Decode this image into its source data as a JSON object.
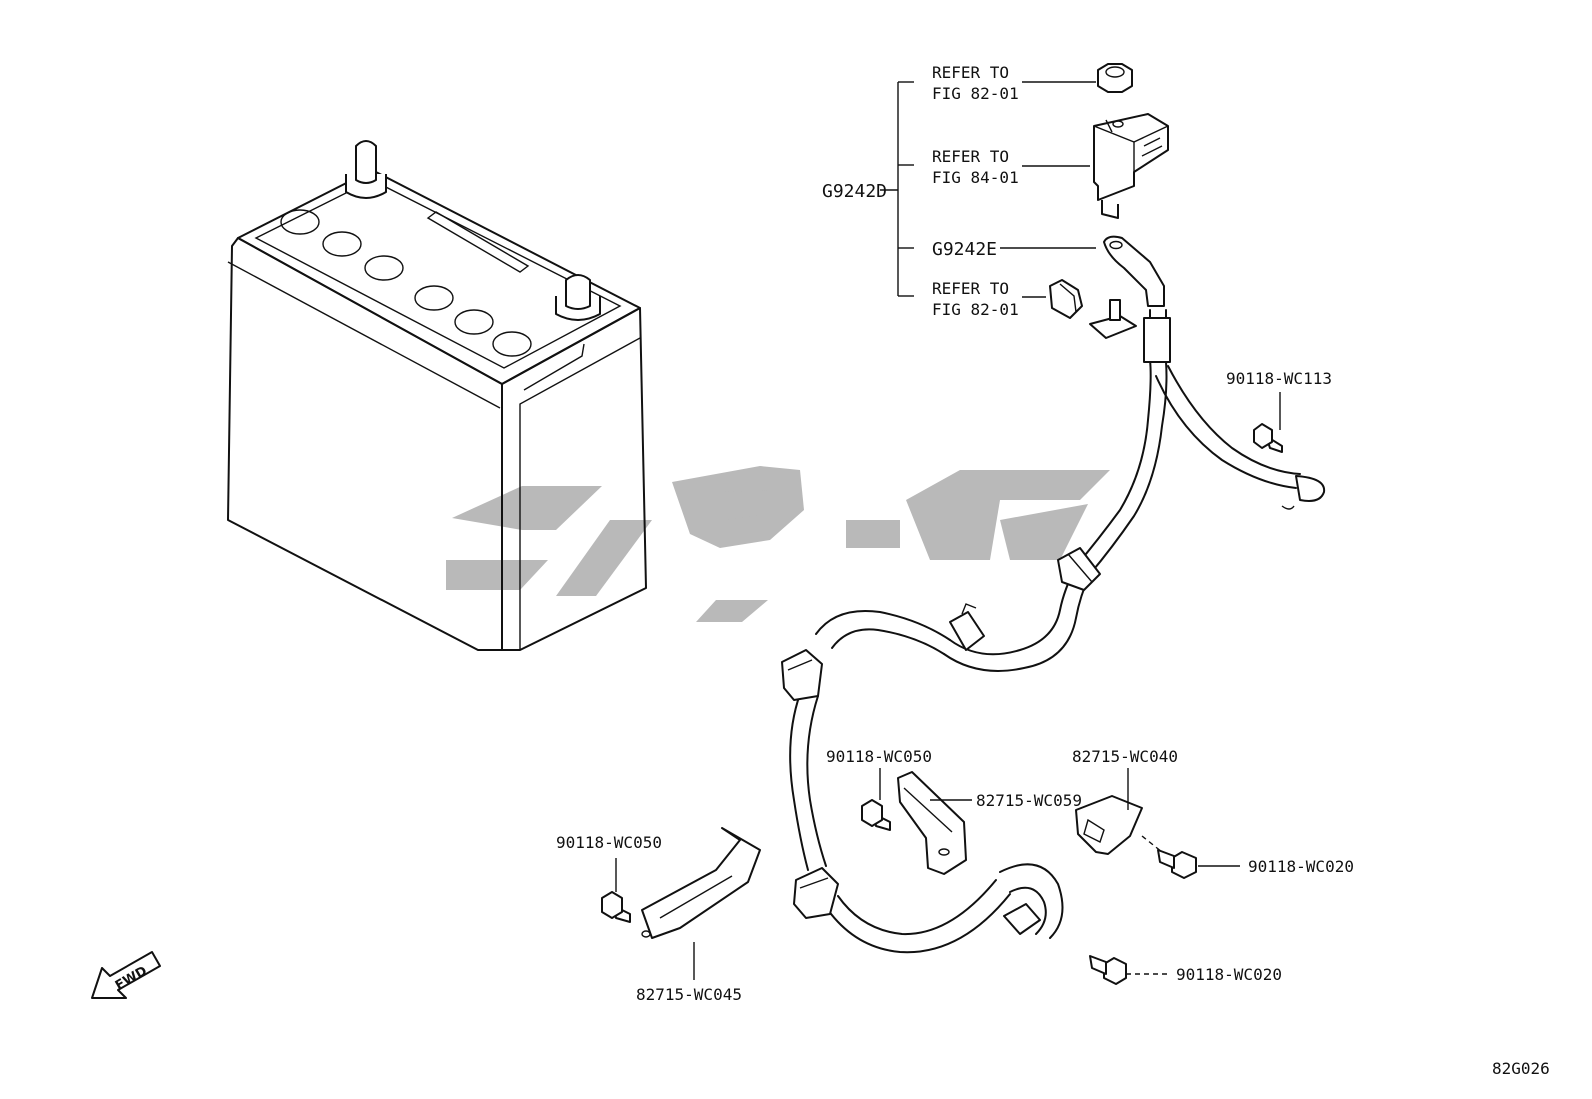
{
  "labels": {
    "refer_1_line1": "REFER TO",
    "refer_1_line2": "FIG 82-01",
    "refer_2_line1": "REFER TO",
    "refer_2_line2": "FIG 84-01",
    "refer_3_line1": "REFER TO",
    "refer_3_line2": "FIG 82-01",
    "g9242d": "G9242D",
    "g9242e": "G9242E",
    "p_90118_wc113": "90118-WC113",
    "p_90118_wc050_a": "90118-WC050",
    "p_82715_wc059": "82715-WC059",
    "p_82715_wc040": "82715-WC040",
    "p_90118_wc020_a": "90118-WC020",
    "p_90118_wc050_b": "90118-WC050",
    "p_82715_wc045": "82715-WC045",
    "p_90118_wc020_b": "90118-WC020",
    "fwd": "FWD",
    "figure_code": "82G026"
  },
  "icons": {
    "direction": "fwd-arrow-icon",
    "watermark": "watermark-logo"
  },
  "colors": {
    "line": "#111111",
    "background": "#ffffff",
    "watermark": "#b9b9b9"
  }
}
